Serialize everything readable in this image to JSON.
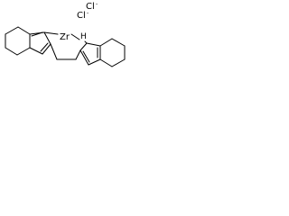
{
  "structure": {
    "counterions": [
      {
        "element": "Cl",
        "charge": "-"
      },
      {
        "element": "Cl",
        "charge": "-"
      }
    ],
    "metal": "Zr",
    "hydrogen": "H"
  },
  "colors": {
    "ink": "#000000",
    "background": "#ffffff"
  }
}
